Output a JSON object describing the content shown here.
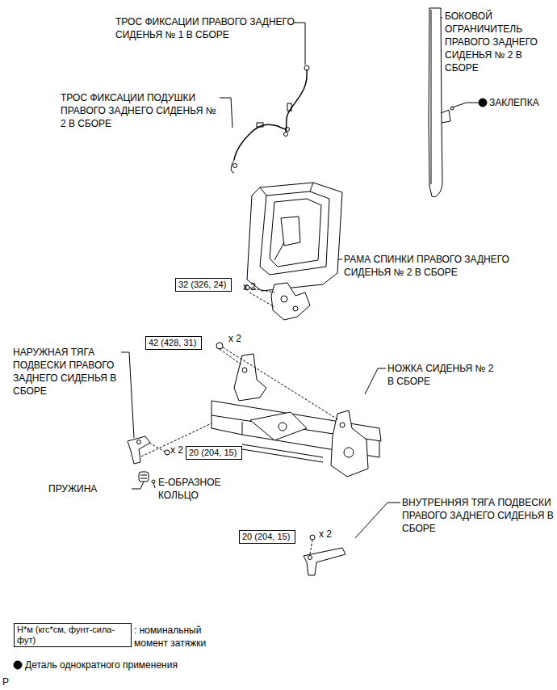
{
  "diagram": {
    "nodes": [
      {
        "text": [
          "32 (326, 24)"
        ]
      },
      {
        "text": [
          "42 (428, 31)"
        ]
      },
      {
        "text": [
          "20 (204, 15)"
        ]
      },
      {
        "text": [
          "20 (204, 15)"
        ]
      },
      {
        "text": [
          "Н*м (кгс*см, фунт-сила-фут)"
        ]
      }
    ],
    "labels": [
      "ТРОС ФИКСАЦИИ ПРАВОГО ЗАДНЕГО СИДЕНЬЯ № 1 В СБОРЕ",
      "БОКОВОЙ ОГРАНИЧИТЕЛЬ ПРАВОГО ЗАДНЕГО СИДЕНЬЯ № 2 В СБОРЕ",
      "ТРОС ФИКСАЦИИ ПОДУШКИ ПРАВОГО ЗАДНЕГО СИДЕНЬЯ № 2 В СБОРЕ",
      "ЗАКЛЕПКА",
      "РАМА СПИНКИ ПРАВОГО ЗАДНЕГО СИДЕНЬЯ № 2 В СБОРЕ",
      "x 2",
      "x 2",
      "НАРУЖНАЯ ТЯГА ПОДВЕСКИ ПРАВОГО ЗАДНЕГО СИДЕНЬЯ В СБОРЕ",
      "НОЖКА СИДЕНЬЯ № 2 В СБОРЕ",
      "x 2",
      "ПРУЖИНА",
      "Е-ОБРАЗНОЕ КОЛЬЦО",
      "ВНУТРЕННЯЯ ТЯГА ПОДВЕСКИ ПРАВОГО ЗАДНЕГО СИДЕНЬЯ В СБОРЕ",
      "x 2",
      "P"
    ],
    "legend": [
      {
        "text": ": номинальный момент затяжки"
      },
      {
        "text": "Деталь однократного применения"
      }
    ]
  }
}
